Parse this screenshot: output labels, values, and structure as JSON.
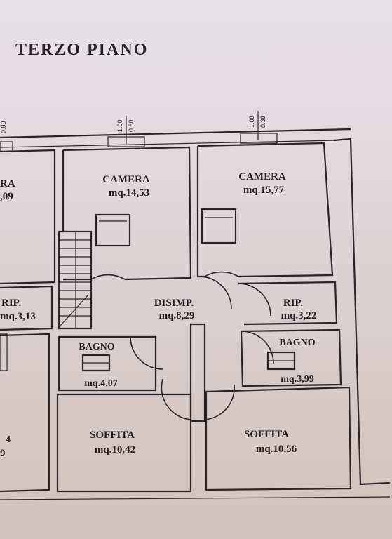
{
  "plan": {
    "title": "TERZO PIANO",
    "dims": {
      "w1": "1.00",
      "w2": "0.30",
      "partial": "0.90"
    },
    "rooms": {
      "camera_left": {
        "name": "CAMERA",
        "area": "mq.14,53"
      },
      "camera_right": {
        "name": "CAMERA",
        "area": "mq.15,77"
      },
      "disimpegno": {
        "name": "DISIMP.",
        "area": "mq.8,29"
      },
      "rip_left": {
        "name": "RIP.",
        "area": "mq.3,13"
      },
      "rip_right": {
        "name": "RIP.",
        "area": "mq.3,22"
      },
      "bagno_left": {
        "name": "BAGNO",
        "area": "mq.4,07"
      },
      "bagno_right": {
        "name": "BAGNO",
        "area": "mq.3,99"
      },
      "soffitta_left": {
        "name": "SOFFITA",
        "area": "mq.10,42"
      },
      "soffitta_right": {
        "name": "SOFFITA",
        "area": "mq.10,56"
      },
      "partial_top_name": "RA",
      "partial_top_area": ",09",
      "partial_bottom_digit": "4",
      "partial_bottom_num": "9"
    }
  },
  "colors": {
    "paper": "#e2dbe0",
    "ink": "#2b2428"
  }
}
